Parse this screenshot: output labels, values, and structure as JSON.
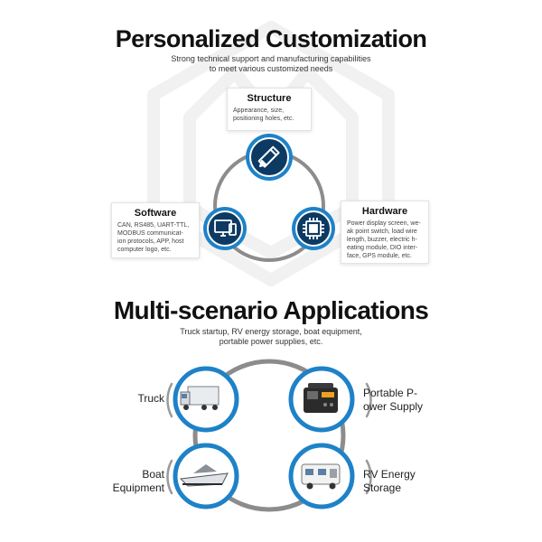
{
  "custom": {
    "title": "Personalized Customization",
    "subtitle_line1": "Strong technical support and manufacturing capabilities",
    "subtitle_line2": "to meet various customized needs",
    "structure": {
      "title": "Structure",
      "desc_lines": [
        "Appearance, size,",
        "positioning holes, etc."
      ],
      "icon": "pencil-ruler-icon"
    },
    "software": {
      "title": "Software",
      "desc_lines": [
        "CAN, RS485, UART-TTL,",
        "MODBUS communicat-",
        "ion protocols, APP, host",
        "computer logo, etc."
      ],
      "icon": "monitor-devices-icon"
    },
    "hardware": {
      "title": "Hardware",
      "desc_lines": [
        "Power display screen, we-",
        "ak point switch, load wire",
        "length, buzzer, electric h-",
        "eating module, DIO inter-",
        "face, GPS module, etc."
      ],
      "icon": "chip-icon"
    }
  },
  "apps": {
    "title": "Multi-scenario Applications",
    "subtitle_line1": "Truck startup, RV energy storage, boat equipment,",
    "subtitle_line2": "portable power supplies, etc.",
    "truck": {
      "label_lines": [
        "Truck"
      ],
      "icon": "truck-image"
    },
    "portable": {
      "label_lines": [
        "Portable P-",
        "ower Supply"
      ],
      "icon": "power-station-image"
    },
    "boat": {
      "label_lines": [
        "Boat",
        "Equipment"
      ],
      "icon": "boat-image"
    },
    "rv": {
      "label_lines": [
        "RV Energy",
        "Storage"
      ],
      "icon": "rv-image"
    }
  },
  "colors": {
    "accent_blue": "#1e82c8",
    "dark_blue": "#0c3a63",
    "ring_gray": "#8c8c8c"
  }
}
